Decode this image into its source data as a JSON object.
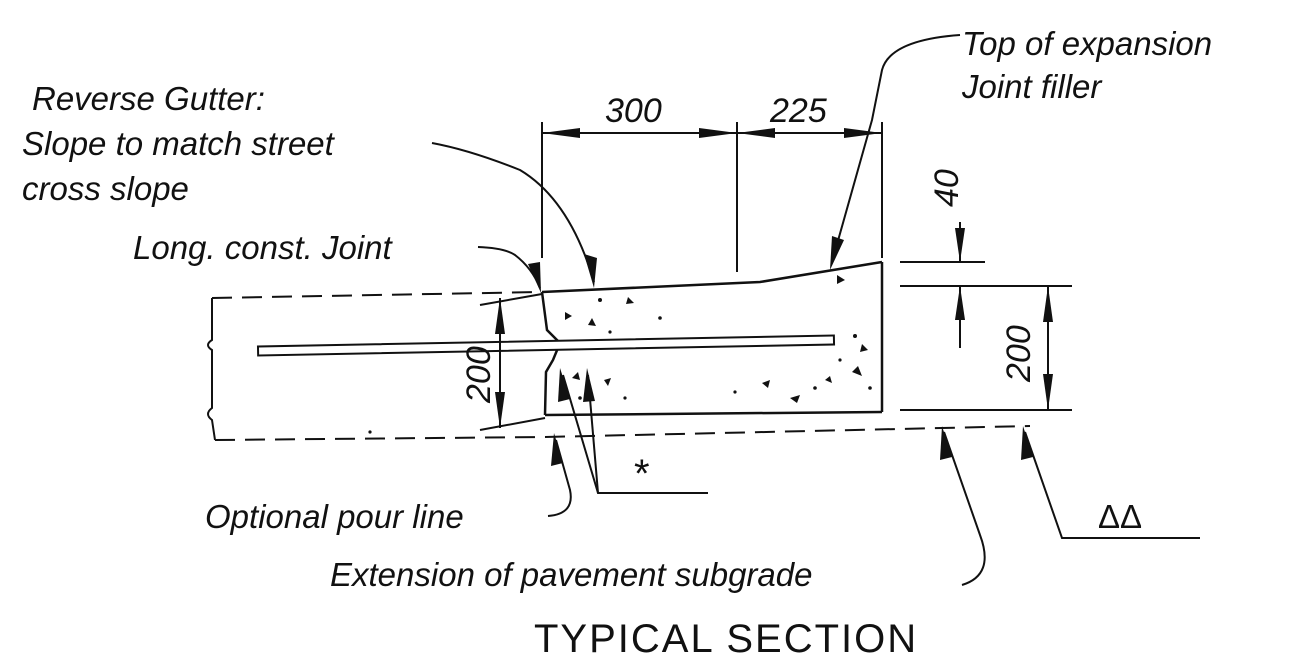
{
  "labels": {
    "reverse_gutter_1": "Reverse Gutter:",
    "reverse_gutter_2": "Slope to match street",
    "reverse_gutter_3": "cross slope",
    "long_joint": "Long. const. Joint",
    "top_expansion_1": "Top of expansion",
    "top_expansion_2": "Joint filler",
    "optional_pour": "Optional pour line",
    "extension_subgrade": "Extension of pavement subgrade",
    "asterisk": "*",
    "delta": "ΔΔ"
  },
  "dimensions": {
    "width_gutter": "300",
    "width_edge": "225",
    "depth_left": "200",
    "depth_right": "200",
    "rise": "40"
  },
  "title": "TYPICAL SECTION"
}
